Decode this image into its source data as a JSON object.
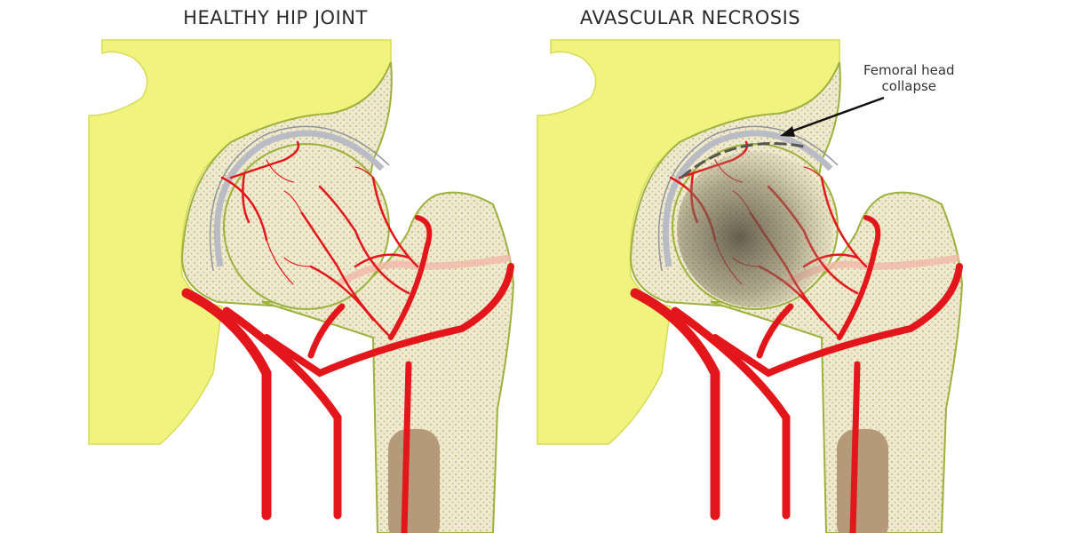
{
  "panels": [
    {
      "title": "HEALTHY HIP JOINT"
    },
    {
      "title": "AVASCULAR NECROSIS",
      "annotation": {
        "line1": "Femoral head",
        "line2": "collapse"
      }
    }
  ],
  "colors": {
    "pelvis": "#f1f37f",
    "bone": "#efe9cf",
    "bone_dots": "#b8b070",
    "outline": "#9cb23c",
    "artery": "#e3171b",
    "marrow": "#b49a78",
    "cartilage": "#b9bcc4",
    "necrosis": "#5b5040"
  }
}
